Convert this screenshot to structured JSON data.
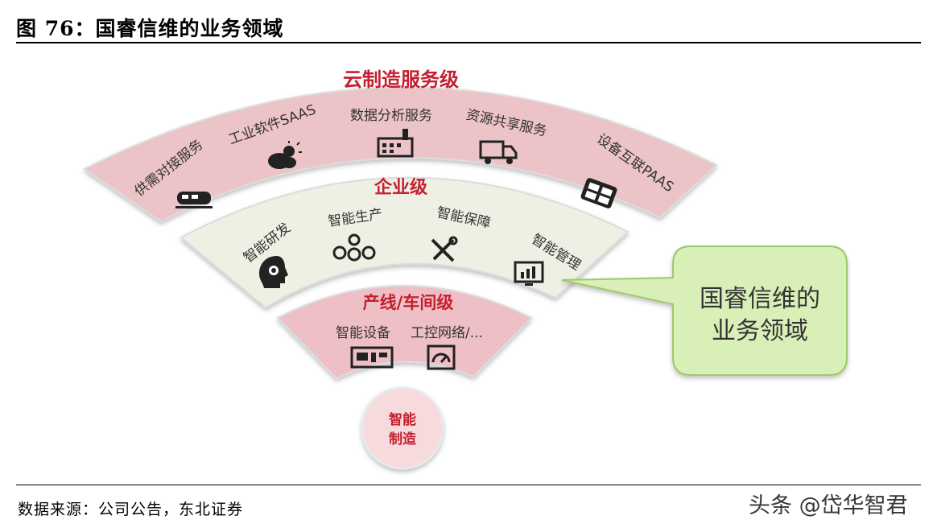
{
  "figure": {
    "title": "图 76：国睿信维的业务领域",
    "source": "数据来源：公司公告，东北证券",
    "watermark": "头条 @岱华智君"
  },
  "colors": {
    "cloud_band": "#ecc3c7",
    "enterprise_band": "#eef0e4",
    "line_band": "#eebfc4",
    "accent_red": "#c51f2e",
    "callout_fill": "#d9efb8",
    "callout_stroke": "#9cc96a"
  },
  "levels": {
    "cloud": {
      "title": "云制造服务级",
      "items": [
        {
          "label": "供需对接服务",
          "icon": "train-icon"
        },
        {
          "label": "工业软件SAAS",
          "icon": "weather-cloud-icon"
        },
        {
          "label": "数据分析服务",
          "icon": "factory-icon"
        },
        {
          "label": "资源共享服务",
          "icon": "truck-icon"
        },
        {
          "label": "设备互联PAAS",
          "icon": "grid-device-icon"
        }
      ]
    },
    "enterprise": {
      "title": "企业级",
      "items": [
        {
          "label": "智能研发",
          "icon": "head-gear-icon"
        },
        {
          "label": "智能生产",
          "icon": "gears-icon"
        },
        {
          "label": "智能保障",
          "icon": "tools-icon"
        },
        {
          "label": "智能管理",
          "icon": "monitor-chart-icon"
        }
      ]
    },
    "line": {
      "title": "产线/车间级",
      "items": [
        {
          "label": "智能设备",
          "icon": "machine-icon"
        },
        {
          "label": "工控网络/...",
          "icon": "gauge-icon"
        }
      ]
    },
    "core": {
      "title": "智能\n制造"
    }
  },
  "callout": {
    "text": "国睿信维的\n业务领域"
  }
}
